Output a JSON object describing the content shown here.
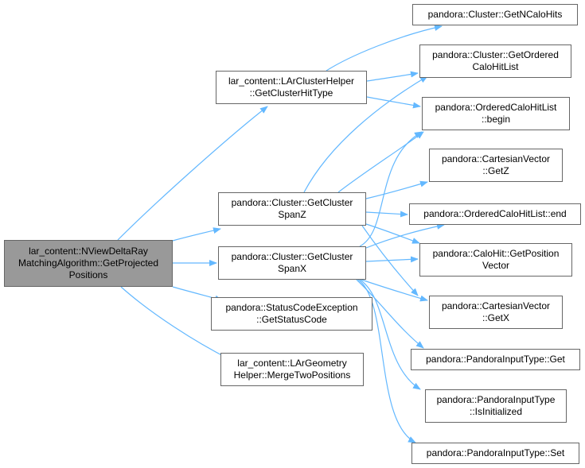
{
  "colors": {
    "edge": "#63b8ff",
    "root_fill": "#999999",
    "node_fill": "#ffffff",
    "node_border": "#666666"
  },
  "nodes": {
    "root": {
      "lines": [
        "lar_content::NViewDeltaRay",
        "MatchingAlgorithm::GetProjected",
        "Positions"
      ]
    },
    "cluster_helper_get_cluster_hit_type": {
      "lines": [
        "lar_content::LArClusterHelper",
        "::GetClusterHitType"
      ]
    },
    "cluster_get_cluster_span_z": {
      "lines": [
        "pandora::Cluster::GetCluster",
        "SpanZ"
      ]
    },
    "cluster_get_cluster_span_x": {
      "lines": [
        "pandora::Cluster::GetCluster",
        "SpanX"
      ]
    },
    "status_code_exception_get_status_code": {
      "lines": [
        "pandora::StatusCodeException",
        "::GetStatusCode"
      ]
    },
    "geometry_helper_merge_two_positions": {
      "lines": [
        "lar_content::LArGeometry",
        "Helper::MergeTwoPositions"
      ]
    },
    "cluster_get_n_calo_hits": {
      "lines": [
        "pandora::Cluster::GetNCaloHits"
      ]
    },
    "cluster_get_ordered_calo_hit_list": {
      "lines": [
        "pandora::Cluster::GetOrdered",
        "CaloHitList"
      ]
    },
    "ordered_calo_hit_list_begin": {
      "lines": [
        "pandora::OrderedCaloHitList",
        "::begin"
      ]
    },
    "cartesian_vector_get_z": {
      "lines": [
        "pandora::CartesianVector",
        "::GetZ"
      ]
    },
    "ordered_calo_hit_list_end": {
      "lines": [
        "pandora::OrderedCaloHitList::end"
      ]
    },
    "calo_hit_get_position_vector": {
      "lines": [
        "pandora::CaloHit::GetPosition",
        "Vector"
      ]
    },
    "cartesian_vector_get_x": {
      "lines": [
        "pandora::CartesianVector",
        "::GetX"
      ]
    },
    "pandora_input_type_get": {
      "lines": [
        "pandora::PandoraInputType::Get"
      ]
    },
    "pandora_input_type_is_initialized": {
      "lines": [
        "pandora::PandoraInputType",
        "::IsInitialized"
      ]
    },
    "pandora_input_type_set": {
      "lines": [
        "pandora::PandoraInputType::Set"
      ]
    }
  }
}
